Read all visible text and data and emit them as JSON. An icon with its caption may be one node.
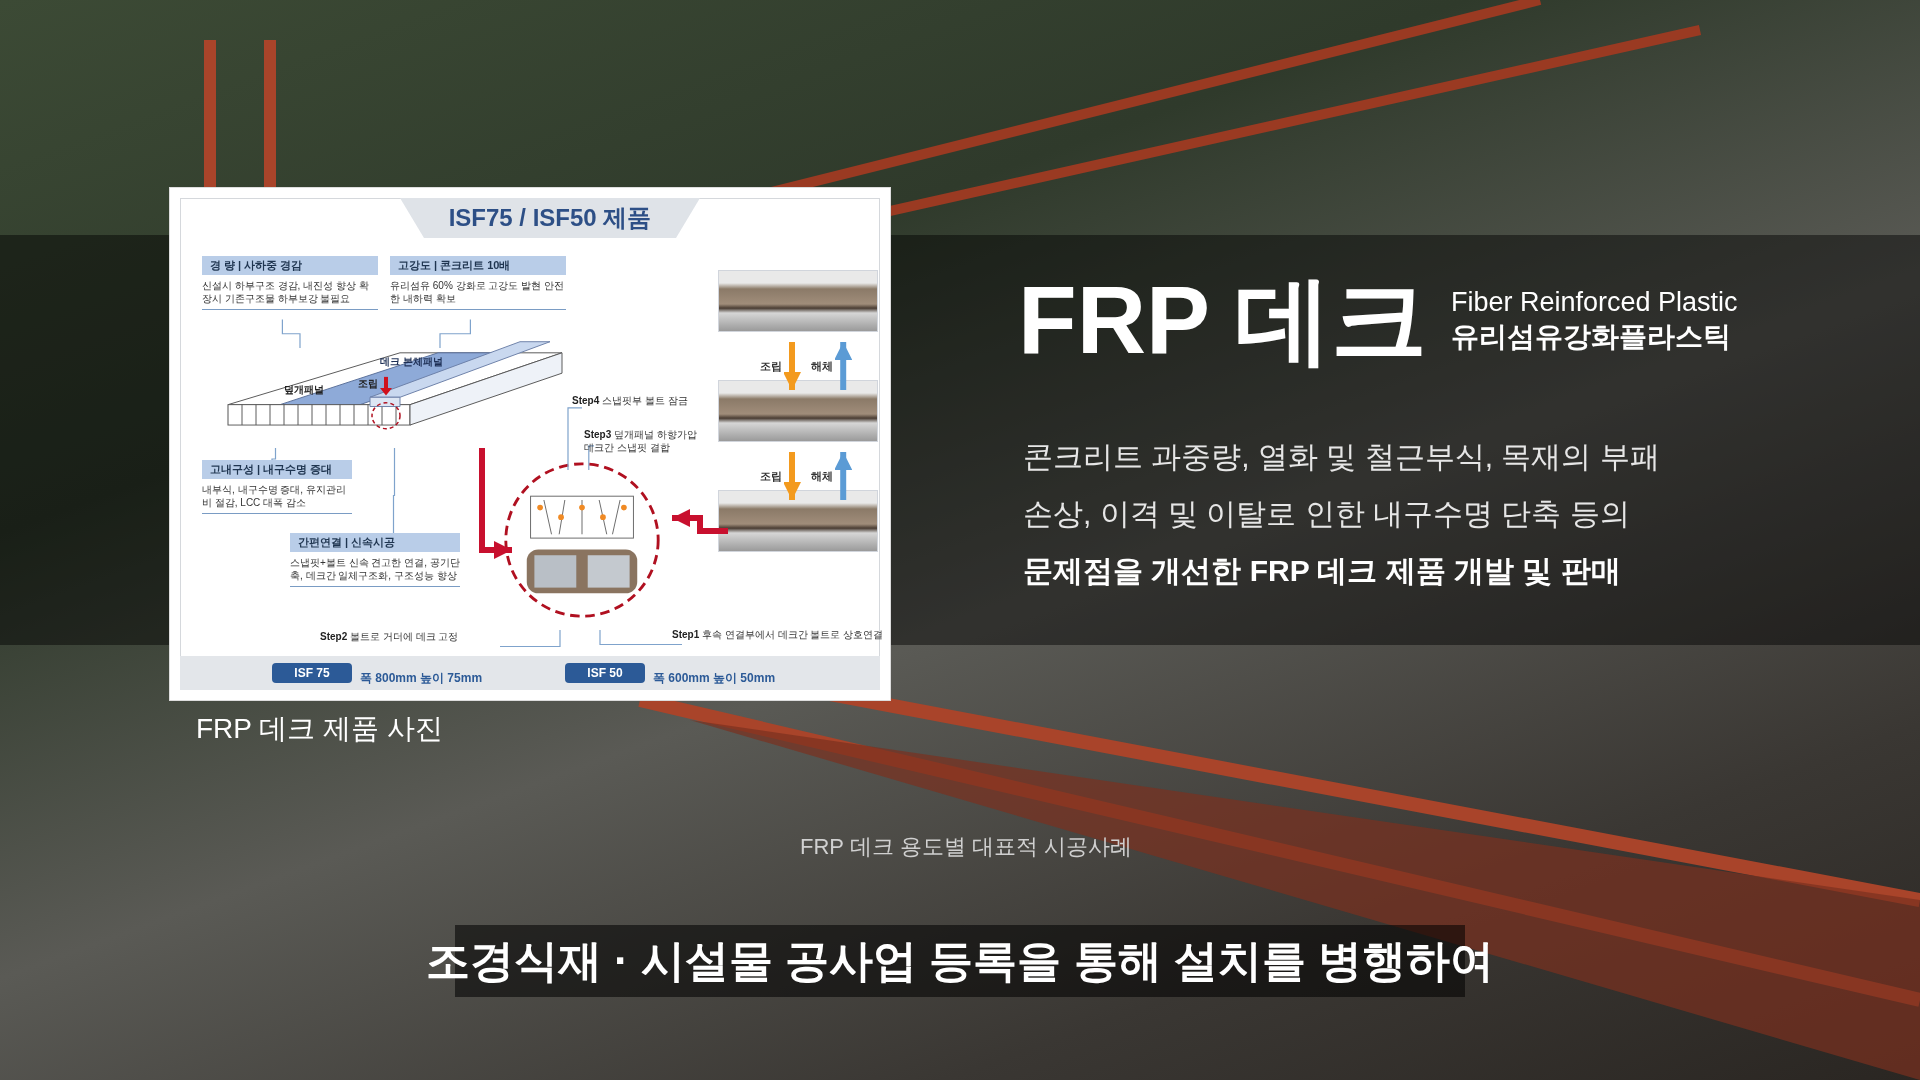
{
  "diagram": {
    "title": "FRP 데크",
    "caption": "조경식재 · 시설물 공사업 등록을 통해 설치를 병행하여",
    "nodes": [
      {
        "text": [
          "ISF75 / ISF50 제품"
        ],
        "beside": [
          "FRP 데크 제품 사진"
        ]
      },
      {
        "text": [
          "경 량 | 사하중 경감",
          "신설시 하부구조 경감, 내진성 향상 확장시 기존구조물 하부보강 불필요"
        ],
        "in": 0
      },
      {
        "text": [
          "고강도 | 콘크리트 10배",
          "유리섬유 60% 강화로 고강도 발현 안전한 내하력 확보"
        ],
        "in": 0
      },
      {
        "text": [
          "고내구성 | 내구수명 증대",
          "내부식, 내구수명 증대, 유지관리비 절감, LCC 대폭 감소"
        ],
        "in": 0
      },
      {
        "text": [
          "간편연결 | 신속시공",
          "스냅핏+볼트 신속 견고한 연결, 공기단축, 데크간 일체구조화, 구조성능 향상"
        ],
        "in": 0
      },
      {
        "text": [],
        "shape": "picture",
        "in": 0
      },
      {
        "text": [
          "**Step4** 스냅핏부 볼트 잠금"
        ],
        "in": 0
      },
      {
        "text": [
          "**Step3** 덮개패널 하향가압 데크간 스냅핏 결합"
        ],
        "in": 0
      },
      {
        "text": [
          "**Step2** 볼트로 거더에 데크 고정"
        ],
        "in": 0
      },
      {
        "text": [
          "**Step1** 후속 연결부에서 데크간 볼트로 상호연결"
        ],
        "in": 0
      },
      {
        "text": [],
        "shape": "picture",
        "in": 0
      },
      {
        "text": [],
        "shape": "picture",
        "in": 0
      },
      {
        "text": [],
        "shape": "picture",
        "in": 0
      },
      {
        "text": [],
        "shape": "picture",
        "in": 0
      },
      {
        "text": [
          "ISF 75"
        ],
        "in": 0,
        "beside": [
          "폭 800mm 높이 75mm"
        ]
      },
      {
        "text": [
          "ISF 50"
        ],
        "in": 0,
        "beside": [
          "폭 600mm 높이 50mm"
        ]
      }
    ],
    "edges": [
      {
        "from": 1,
        "to": 5,
        "arrow": "none"
      },
      {
        "from": 2,
        "to": 5,
        "arrow": "none"
      },
      {
        "from": 3,
        "to": 5,
        "arrow": "none"
      },
      {
        "from": 4,
        "to": 5,
        "arrow": "none"
      },
      {
        "from": 5,
        "to": 10,
        "arrow": "to",
        "style": "thick",
        "color": "#c8102e"
      },
      {
        "from": 13,
        "to": 10,
        "arrow": "to",
        "style": "thick",
        "color": "#c8102e"
      },
      {
        "from": 6,
        "to": 10,
        "arrow": "none"
      },
      {
        "from": 7,
        "to": 10,
        "arrow": "none"
      },
      {
        "from": 8,
        "to": 10,
        "arrow": "none"
      },
      {
        "from": 9,
        "to": 10,
        "arrow": "none"
      },
      {
        "from": 11,
        "to": 12,
        "arrow": "to",
        "label": "조립",
        "style": "thick",
        "color": "#f39a1e"
      },
      {
        "from": 12,
        "to": 11,
        "arrow": "to",
        "label": "해체",
        "style": "thick",
        "color": "#5b9bd5"
      },
      {
        "from": 12,
        "to": 13,
        "arrow": "to",
        "label": "조립",
        "style": "thick",
        "color": "#f39a1e"
      },
      {
        "from": 13,
        "to": 12,
        "arrow": "to",
        "label": "해체",
        "style": "thick",
        "color": "#5b9bd5"
      }
    ],
    "labels": [
      "데크 본체패널",
      "덮개패널",
      "조립",
      "Fiber Reinforced Plastic",
      "유리섬유강화플라스틱",
      "콘크리트 과중량, 열화 및 철근부식, 목재의 부패 손상, 이격 및 이탈로 인한 내구수명 단축 등의 **문제점을 개선한 FRP 데크 제품 개발 및 판매**",
      "FRP 데크 용도별 대표적 시공사례"
    ]
  }
}
